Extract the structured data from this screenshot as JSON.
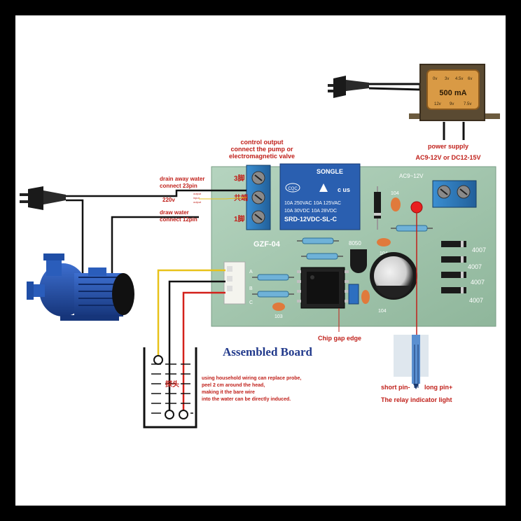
{
  "labels": {
    "control_output": [
      "control output",
      "connect the pump or",
      "electromagnetic valve"
    ],
    "power_supply": [
      "power supply",
      "AC9-12V or DC12-15V"
    ],
    "drain": [
      "drain away water",
      "connect 23pin"
    ],
    "voltage": "220v",
    "draw": [
      "draw water",
      "connect 12pin"
    ],
    "terminal_pins": [
      "3脚",
      "共端",
      "1脚"
    ],
    "board_model": "GZF-04",
    "board_power_silk": "AC9~12V",
    "transistor": "8050",
    "diodes": [
      "4007",
      "4007",
      "4007",
      "4007"
    ],
    "cap_labels": [
      "104",
      "104",
      "104",
      "103"
    ],
    "relay": {
      "brand": "SONGLE",
      "cert": "CQC",
      "lines": [
        "10A 250VAC  10A 125VAC",
        "10A 30VDC   10A 28VDC",
        "SRD-12VDC-SL-C"
      ],
      "ul": "c  us"
    },
    "transformer": {
      "rating": "500 mA",
      "top_taps": [
        "0v",
        "3v",
        "4.5v",
        "6v"
      ],
      "bottom_taps": [
        "12v",
        "9v",
        "7.5v"
      ]
    },
    "chip_gap": "Chip gap edge",
    "assembled_board": "Assembled Board",
    "probe_note": [
      "using household wiring can replace probe,",
      "peel 2 cm around the head,",
      "making it the bare wire",
      "into the water can be directly induced."
    ],
    "probe_chinese": "探头",
    "led_pins": [
      "short pin-",
      "long pin+"
    ],
    "relay_indicator": "The relay indicator light",
    "connector_letters": [
      "A",
      "B",
      "C"
    ],
    "tiny_marks": [
      "output",
      "input",
      "output"
    ]
  },
  "colors": {
    "board": "#9fc2aa",
    "terminal": "#2f7fc0",
    "relay": "#2a5fb0",
    "wire_yellow": "#e8c21a",
    "wire_red": "#d3201a",
    "label_red": "#c0201a",
    "title_blue": "#223a8c",
    "pump_blue": "#1f4ea6"
  },
  "icons": [
    "plug-icon",
    "plug-icon",
    "transformer-icon",
    "pump-icon",
    "water-container-icon",
    "led-icon"
  ]
}
